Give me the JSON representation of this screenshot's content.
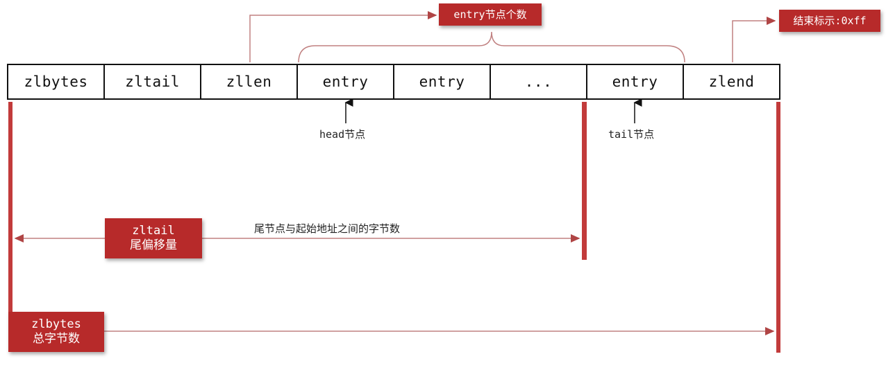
{
  "segments": [
    "zlbytes",
    "zltail",
    "zllen",
    "entry",
    "entry",
    "...",
    "entry",
    "zlend"
  ],
  "tags": {
    "entry_count": "entry节点个数",
    "end_marker": "结束标示:0xff",
    "zltail_name": "zltail",
    "zltail_desc": "尾偏移量",
    "zlbytes_name": "zlbytes",
    "zlbytes_desc": "总字节数"
  },
  "labels": {
    "head": "head节点",
    "tail": "tail节点",
    "offset_desc": "尾节点与起始地址之间的字节数"
  },
  "colors": {
    "accent": "#b72a2a",
    "line": "#c08080"
  }
}
